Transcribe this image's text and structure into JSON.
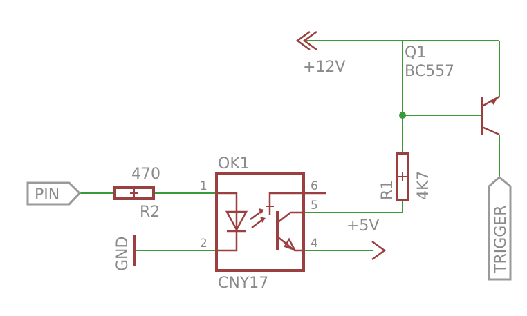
{
  "schematic": {
    "supply": {
      "label": "+12V"
    },
    "q1": {
      "name": "Q1",
      "value": "BC557"
    },
    "r1": {
      "name": "R1",
      "value": "4K7",
      "mark": "+"
    },
    "r2": {
      "name": "R2",
      "value": "470",
      "mark": "+"
    },
    "ok1": {
      "name": "OK1",
      "value": "CNY17",
      "pin1": "1",
      "pin2": "2",
      "pin4": "4",
      "pin5": "5",
      "pin6": "6",
      "mark": "+"
    },
    "pin_port": {
      "label": "PIN"
    },
    "gnd": {
      "label": "GND"
    },
    "vcc5": {
      "label": "+5V"
    },
    "trigger_port": {
      "label": "TRIGGER"
    },
    "colors": {
      "wire": "#3a9a3a",
      "part": "#9a4040",
      "label": "#8a8a8a"
    }
  }
}
